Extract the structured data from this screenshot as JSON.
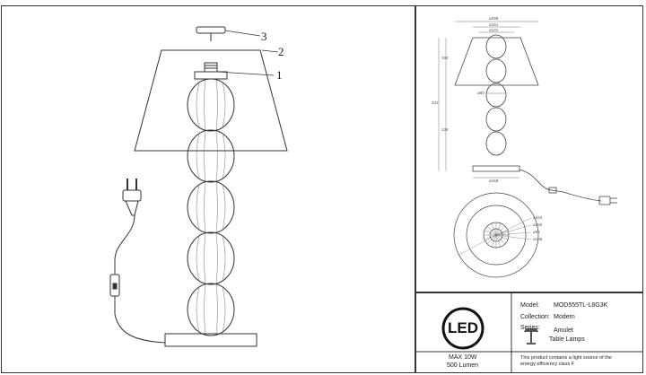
{
  "callouts": {
    "c1": "1",
    "c2": "2",
    "c3": "3"
  },
  "logo": {
    "text": "LED"
  },
  "specs": {
    "power": "MAX 10W",
    "lumen": "500 Lumen"
  },
  "title_block": {
    "model_label": "Model:",
    "model_value": "MOD555TL-L8G3K",
    "collection_label": "Collection:",
    "collection_value": "Modern",
    "series_label": "Series:",
    "series_value": "Amulet",
    "type_value": "Table Lamps",
    "energy_note_line1": "This product contains a light source of the",
    "energy_note_line2": "energy efficiency class F"
  },
  "dimensions": {
    "top_w1": "ø298",
    "top_w2": "ø151",
    "top_w3": "ø131",
    "h_shade": "184",
    "h_total": "432",
    "h_body": "238",
    "neck": "ø80",
    "base": "ø158",
    "r1": "ø315",
    "r2": "ø250",
    "r3": "ø86",
    "r4": "ø158"
  }
}
